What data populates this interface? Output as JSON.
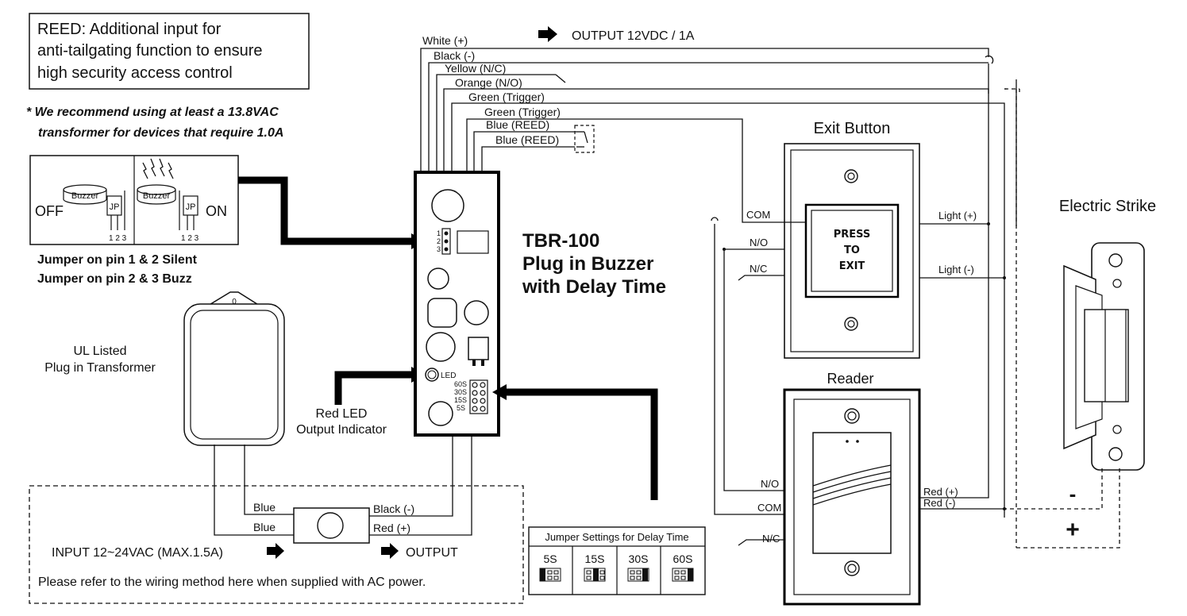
{
  "reed_note": {
    "line1": "REED: Additional input for",
    "line2": "anti-tailgating function to ensure",
    "line3": "high security access control"
  },
  "recommend": {
    "line1": "* We recommend using at least a 13.8VAC",
    "line2": "transformer for devices that require 1.0A"
  },
  "jumper_buzz": {
    "off": "OFF",
    "on": "ON",
    "buzzer": "Buzzer",
    "jp": "JP",
    "pins": "1 2 3",
    "note1": "Jumper on pin 1 & 2 Silent",
    "note2": "Jumper on pin 2 & 3 Buzz"
  },
  "transformer": {
    "line1": "UL Listed",
    "line2": "Plug in Transformer"
  },
  "led_label": {
    "line1": "Red LED",
    "line2": "Output Indicator"
  },
  "board": {
    "led": "LED",
    "pin1": "1",
    "pin2": "2",
    "pin3": "3",
    "s60": "60S",
    "s30": "30S",
    "s15": "15S",
    "s5": "5S"
  },
  "product": {
    "line1": "TBR-100",
    "line2": "Plug in Buzzer",
    "line3": "with Delay Time"
  },
  "output_label": "OUTPUT 12VDC / 1A",
  "wires": {
    "white": "White (+)",
    "black": "Black (-)",
    "yellow": "Yellow (N/C)",
    "orange": "Orange (N/O)",
    "green1": "Green (Trigger)",
    "green2": "Green (Trigger)",
    "blue1": "Blue (REED)",
    "blue2": "Blue (REED)"
  },
  "exit_button": {
    "title": "Exit Button",
    "press": "PRESS",
    "to": "TO",
    "exit": "EXIT",
    "com": "COM",
    "no": "N/O",
    "nc": "N/C",
    "light_plus": "Light (+)",
    "light_minus": "Light (-)"
  },
  "strike": {
    "title": "Electric Strike",
    "minus": "-",
    "plus": "+"
  },
  "reader": {
    "title": "Reader",
    "no": "N/O",
    "com": "COM",
    "nc": "N/C",
    "red_plus": "Red (+)",
    "red_minus": "Red (-)"
  },
  "ac_box": {
    "blue1": "Blue",
    "blue2": "Blue",
    "black": "Black (-)",
    "red": "Red (+)",
    "input": "INPUT 12~24VAC (MAX.1.5A)",
    "output": "OUTPUT",
    "note": "Please refer to the wiring method here when supplied with AC power."
  },
  "delay_table": {
    "title": "Jumper Settings for Delay Time",
    "cols": [
      "5S",
      "15S",
      "30S",
      "60S"
    ]
  }
}
